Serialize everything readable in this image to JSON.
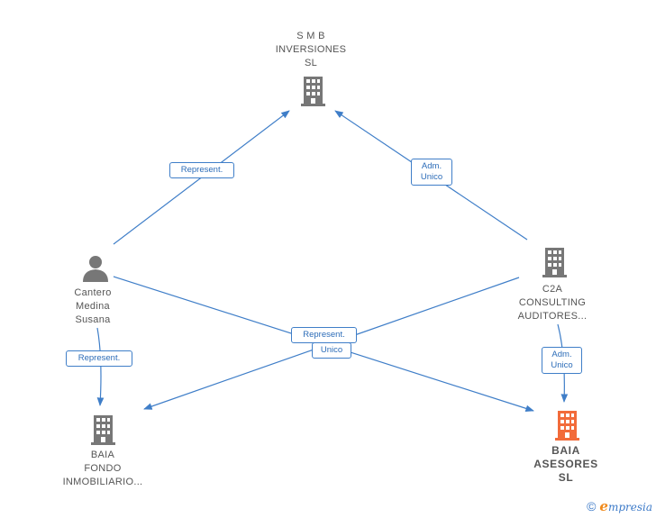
{
  "nodes": {
    "smb": {
      "lines": [
        "S M B",
        "INVERSIONES",
        "SL"
      ],
      "type": "company",
      "color": "#777777"
    },
    "cantero": {
      "lines": [
        "Cantero",
        "Medina",
        "Susana"
      ],
      "type": "person",
      "color": "#777777"
    },
    "c2a": {
      "lines": [
        "C2A",
        "CONSULTING",
        "AUDITORES..."
      ],
      "type": "company",
      "color": "#777777"
    },
    "baia_fondo": {
      "lines": [
        "BAIA",
        "FONDO",
        "INMOBILIARIO..."
      ],
      "type": "company",
      "color": "#777777"
    },
    "baia_asesores": {
      "lines": [
        "BAIA",
        "ASESORES",
        "SL"
      ],
      "type": "company",
      "color": "#f26b3a"
    }
  },
  "edges": {
    "cantero_smb": {
      "lines": [
        "Represent."
      ]
    },
    "c2a_smb": {
      "lines": [
        "Adm.",
        "Unico"
      ]
    },
    "cantero_fondo": {
      "lines": [
        "Represent."
      ]
    },
    "cross_represent": {
      "lines": [
        "Represent."
      ]
    },
    "cross_unico": {
      "lines": [
        "Unico"
      ]
    },
    "c2a_asesores": {
      "lines": [
        "Adm.",
        "Unico"
      ]
    }
  },
  "colors": {
    "edge": "#3f7ec8",
    "node": "#777777",
    "focus": "#f26b3a"
  },
  "footer": {
    "copyright": "©",
    "brand_e": "e",
    "brand_rest": "mpresia"
  }
}
